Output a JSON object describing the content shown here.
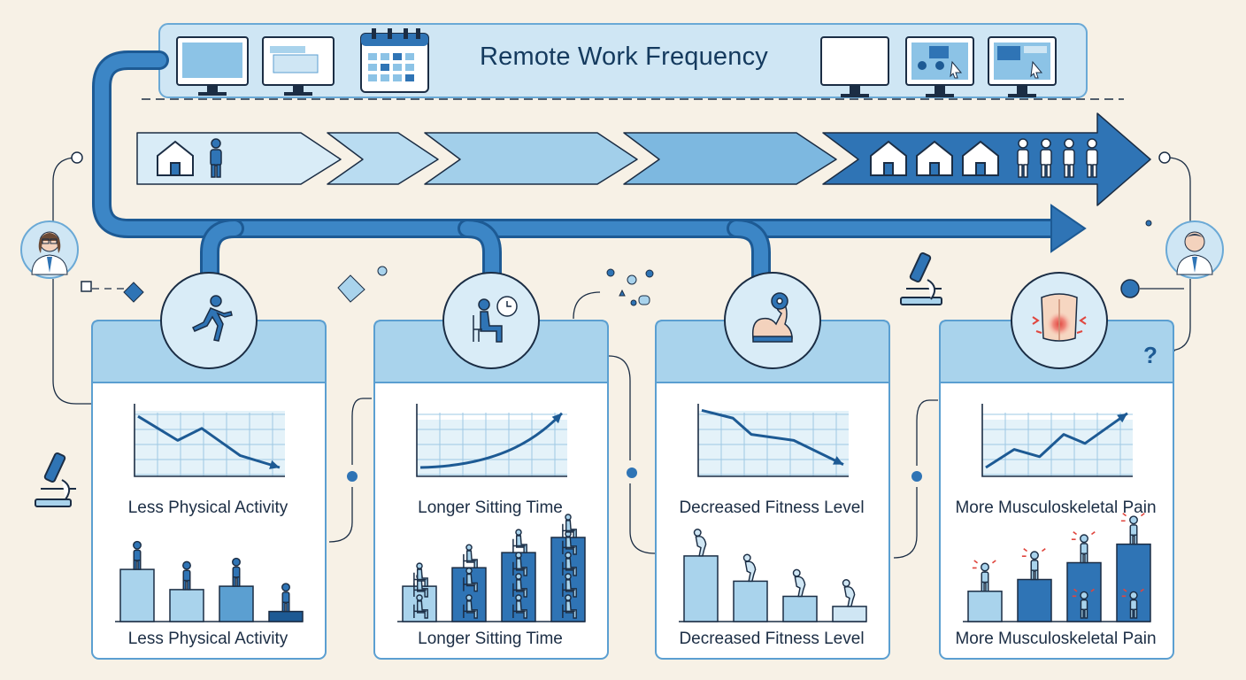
{
  "header": {
    "title": "Remote Work Frequency"
  },
  "cards": [
    {
      "id": "activity",
      "icon": "running-person-icon",
      "chart_label": "Less Physical Activity",
      "bars_label": "Less Physical Activity",
      "trend": "down"
    },
    {
      "id": "sitting",
      "icon": "sitting-person-clock-icon",
      "chart_label": "Longer Sitting Time",
      "bars_label": "Longer Sitting Time",
      "trend": "up"
    },
    {
      "id": "fitness",
      "icon": "flexed-arm-dumbbell-icon",
      "chart_label": "Decreased Fitness Level",
      "bars_label": "Decreased Fitness Level",
      "trend": "down"
    },
    {
      "id": "pain",
      "icon": "back-pain-icon",
      "chart_label": "More Musculoskeletal Pain",
      "bars_label": "More Musculoskeletal Pain",
      "trend": "up"
    }
  ],
  "colors": {
    "background": "#f7f1e6",
    "primary": "#2f74b5",
    "dark": "#1d5a94",
    "light": "#a9d3ec",
    "pale": "#d9ecf7",
    "accent_pain": "#e0463e"
  }
}
